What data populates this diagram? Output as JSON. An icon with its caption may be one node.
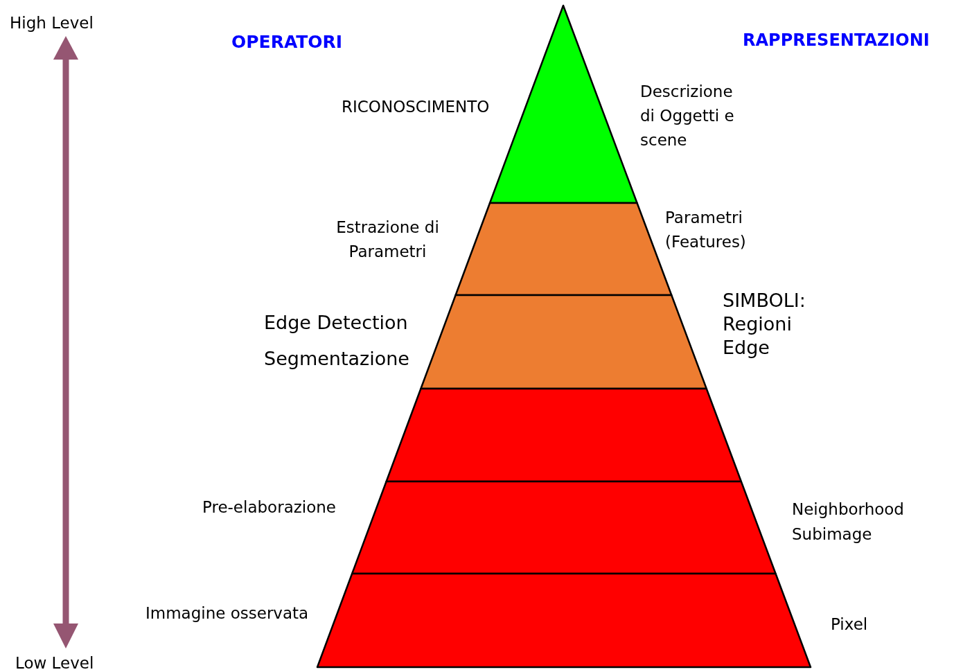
{
  "diagram": {
    "labels": [
      "High Level",
      "OPERATORI",
      "RAPPRESENTAZIONI",
      "RICONOSCIMENTO",
      "Descrizione di Oggetti e scene",
      "Estrazione di Parametri",
      "Parametri (Features)",
      "Edge Detection",
      "Segmentazione",
      "SIMBOLI: Regioni Edge",
      "Pre-elaborazione",
      "Neighborhood Subimage",
      "Immagine osservata",
      "Pixel",
      "Low Level"
    ]
  }
}
